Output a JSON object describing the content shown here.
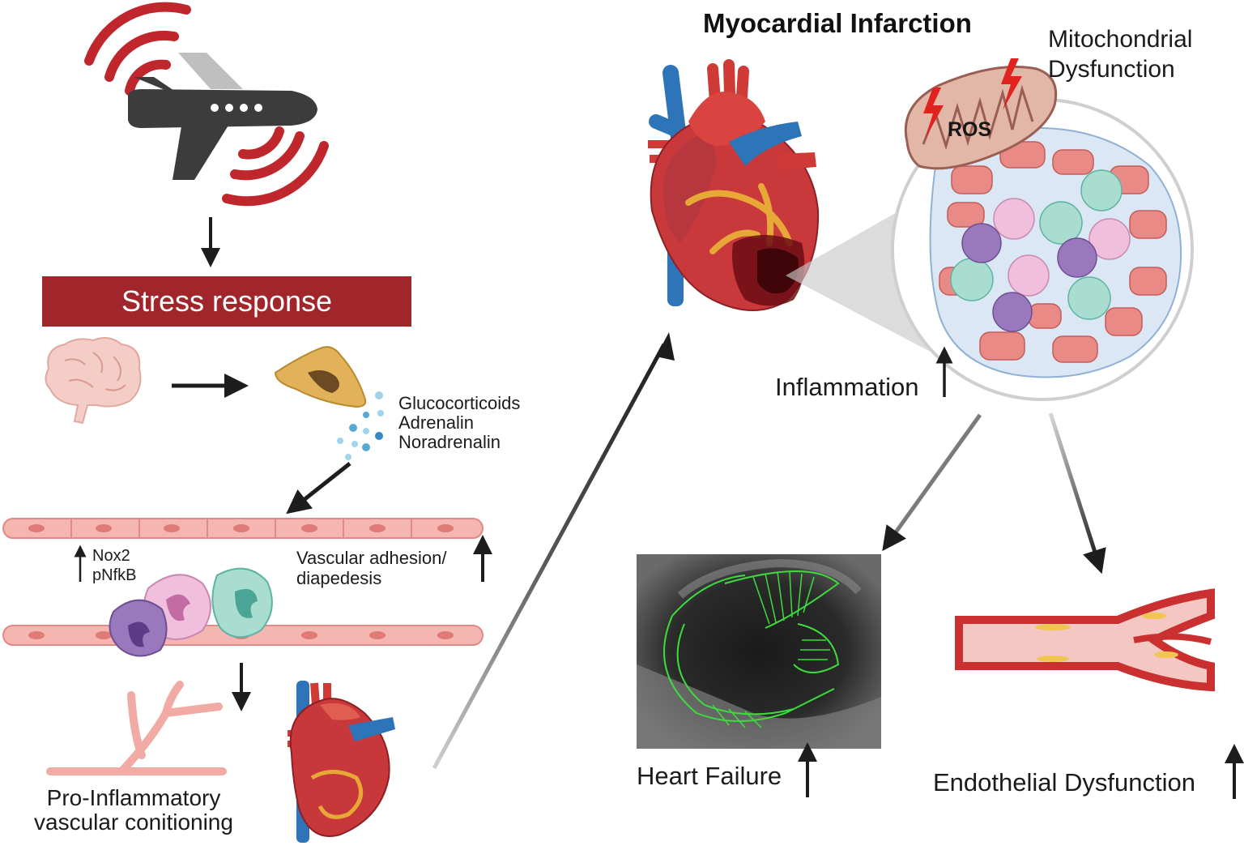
{
  "title": "Myocardial Infarction",
  "mitochondrial": "Mitochondrial Dysfunction",
  "ros": "ROS",
  "stress_response": "Stress response",
  "hormones": [
    "Glucocorticoids",
    "Adrenalin",
    "Noradrenalin"
  ],
  "markers": [
    "Nox2",
    "pNfkB"
  ],
  "adhesion": [
    "Vascular adhesion/",
    "diapedesis"
  ],
  "pro_inflammatory": [
    "Pro-Inflammatory",
    "vascular conitioning"
  ],
  "inflammation": "Inflammation",
  "heart_failure": "Heart Failure",
  "endothelial": "Endothelial Dysfunction",
  "colors": {
    "banner": "#a1262b",
    "noise_waves": "#c0272d",
    "heart_red": "#cf3a36",
    "vessel_blue": "#2d74b8",
    "echo_trace": "#3ddc3d",
    "lightning": "#e0231f"
  }
}
